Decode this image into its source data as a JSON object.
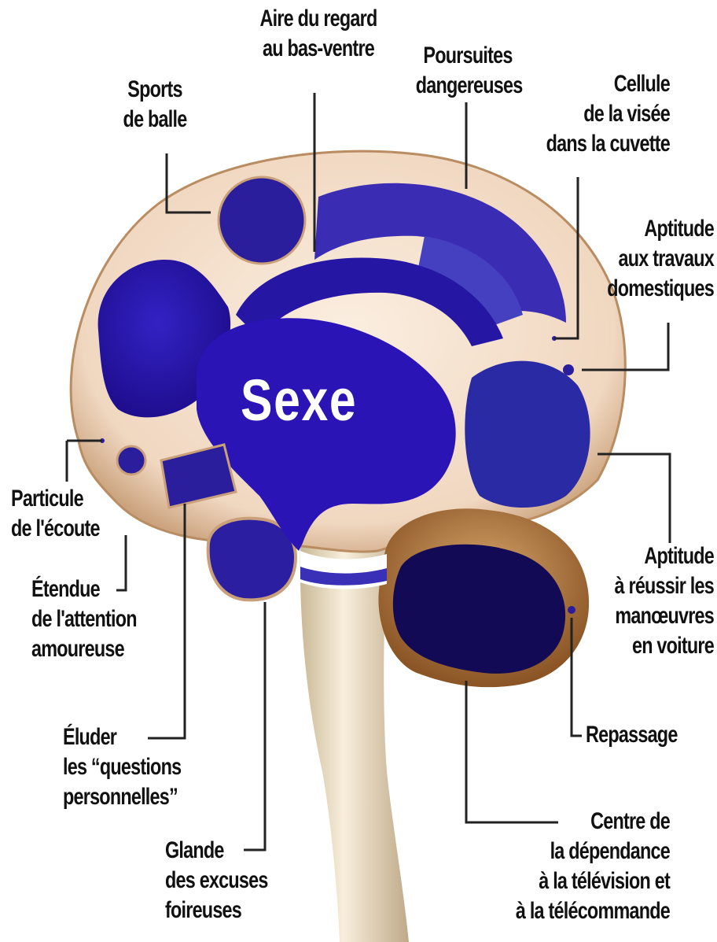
{
  "center_label": "Sexe",
  "labels": [
    {
      "id": "aire",
      "lines": [
        "Aire du regard",
        "au bas-ventre"
      ]
    },
    {
      "id": "poursuites",
      "lines": [
        "Poursuites",
        "dangereuses"
      ]
    },
    {
      "id": "sports",
      "lines": [
        "Sports",
        "de balle"
      ]
    },
    {
      "id": "cellule",
      "lines": [
        "Cellule",
        "de la visée",
        "dans la cuvette"
      ]
    },
    {
      "id": "aptitude-travaux",
      "lines": [
        "Aptitude",
        "aux travaux",
        "domestiques"
      ]
    },
    {
      "id": "particule",
      "lines": [
        "Particule",
        "de l'écoute"
      ]
    },
    {
      "id": "etendue",
      "lines": [
        "Étendue",
        "de l'attention",
        "amoureuse"
      ]
    },
    {
      "id": "aptitude-voiture",
      "lines": [
        "Aptitude",
        "à réussir les",
        "manœuvres",
        "en voiture"
      ]
    },
    {
      "id": "eluder",
      "lines": [
        "Éluder",
        "les “questions",
        "personnelles”"
      ]
    },
    {
      "id": "repassage",
      "lines": [
        "Repassage"
      ]
    },
    {
      "id": "centre",
      "lines": [
        "Centre de",
        "la dépendance",
        "à la télévision et",
        "à la télécommande"
      ]
    },
    {
      "id": "glande",
      "lines": [
        "Glande",
        "des excuses",
        "foireuses"
      ]
    }
  ],
  "colors": {
    "skin": "#f3ddc8",
    "skin_edge": "#c79a70",
    "blue_main": "#2a12a8",
    "blue_mid": "#3b2db8",
    "blue_light": "#4a44c4",
    "blue_dark": "#120a5c",
    "brown": "#a06a3a",
    "stem": "#eee0c8"
  }
}
